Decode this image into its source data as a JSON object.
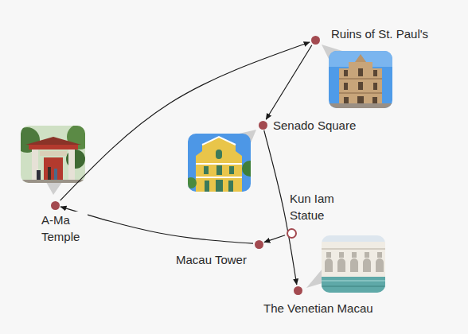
{
  "diagram": {
    "nodes": [
      {
        "text": [
          "Ruins of St. Paul's"
        ]
      },
      {
        "text": [
          "Senado Square"
        ]
      },
      {
        "text": [
          "A-Ma Temple"
        ]
      },
      {
        "text": [
          "Kun Iam Statue"
        ]
      },
      {
        "text": [
          "Macau Tower"
        ]
      },
      {
        "text": [
          "The Venetian Macau"
        ]
      }
    ],
    "edges": [
      {
        "from": 2,
        "to": 0,
        "arrow": "to"
      },
      {
        "from": 0,
        "to": 1,
        "arrow": "to"
      },
      {
        "from": 1,
        "to": 5,
        "arrow": "to"
      },
      {
        "from": 3,
        "to": 4,
        "arrow": "to"
      },
      {
        "from": 4,
        "to": 2,
        "arrow": "to"
      }
    ]
  }
}
